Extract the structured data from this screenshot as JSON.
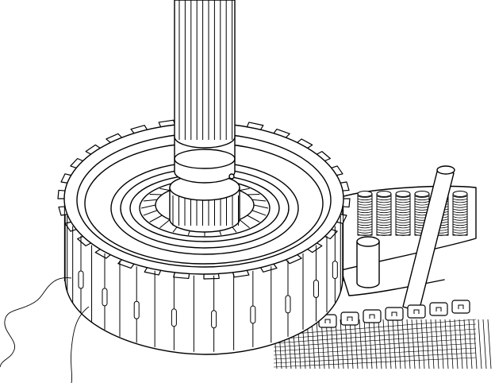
{
  "figure": {
    "kind": "technical line drawing",
    "background": "#ffffff",
    "ink": "#000000",
    "components": [
      "input-shaft",
      "clutch-drum",
      "snap-ring",
      "splined-hub",
      "spring-pack",
      "guide-pin",
      "retainer-plate",
      "workbench-surface"
    ],
    "drum_teeth_count": 30,
    "spring_count": 6
  }
}
